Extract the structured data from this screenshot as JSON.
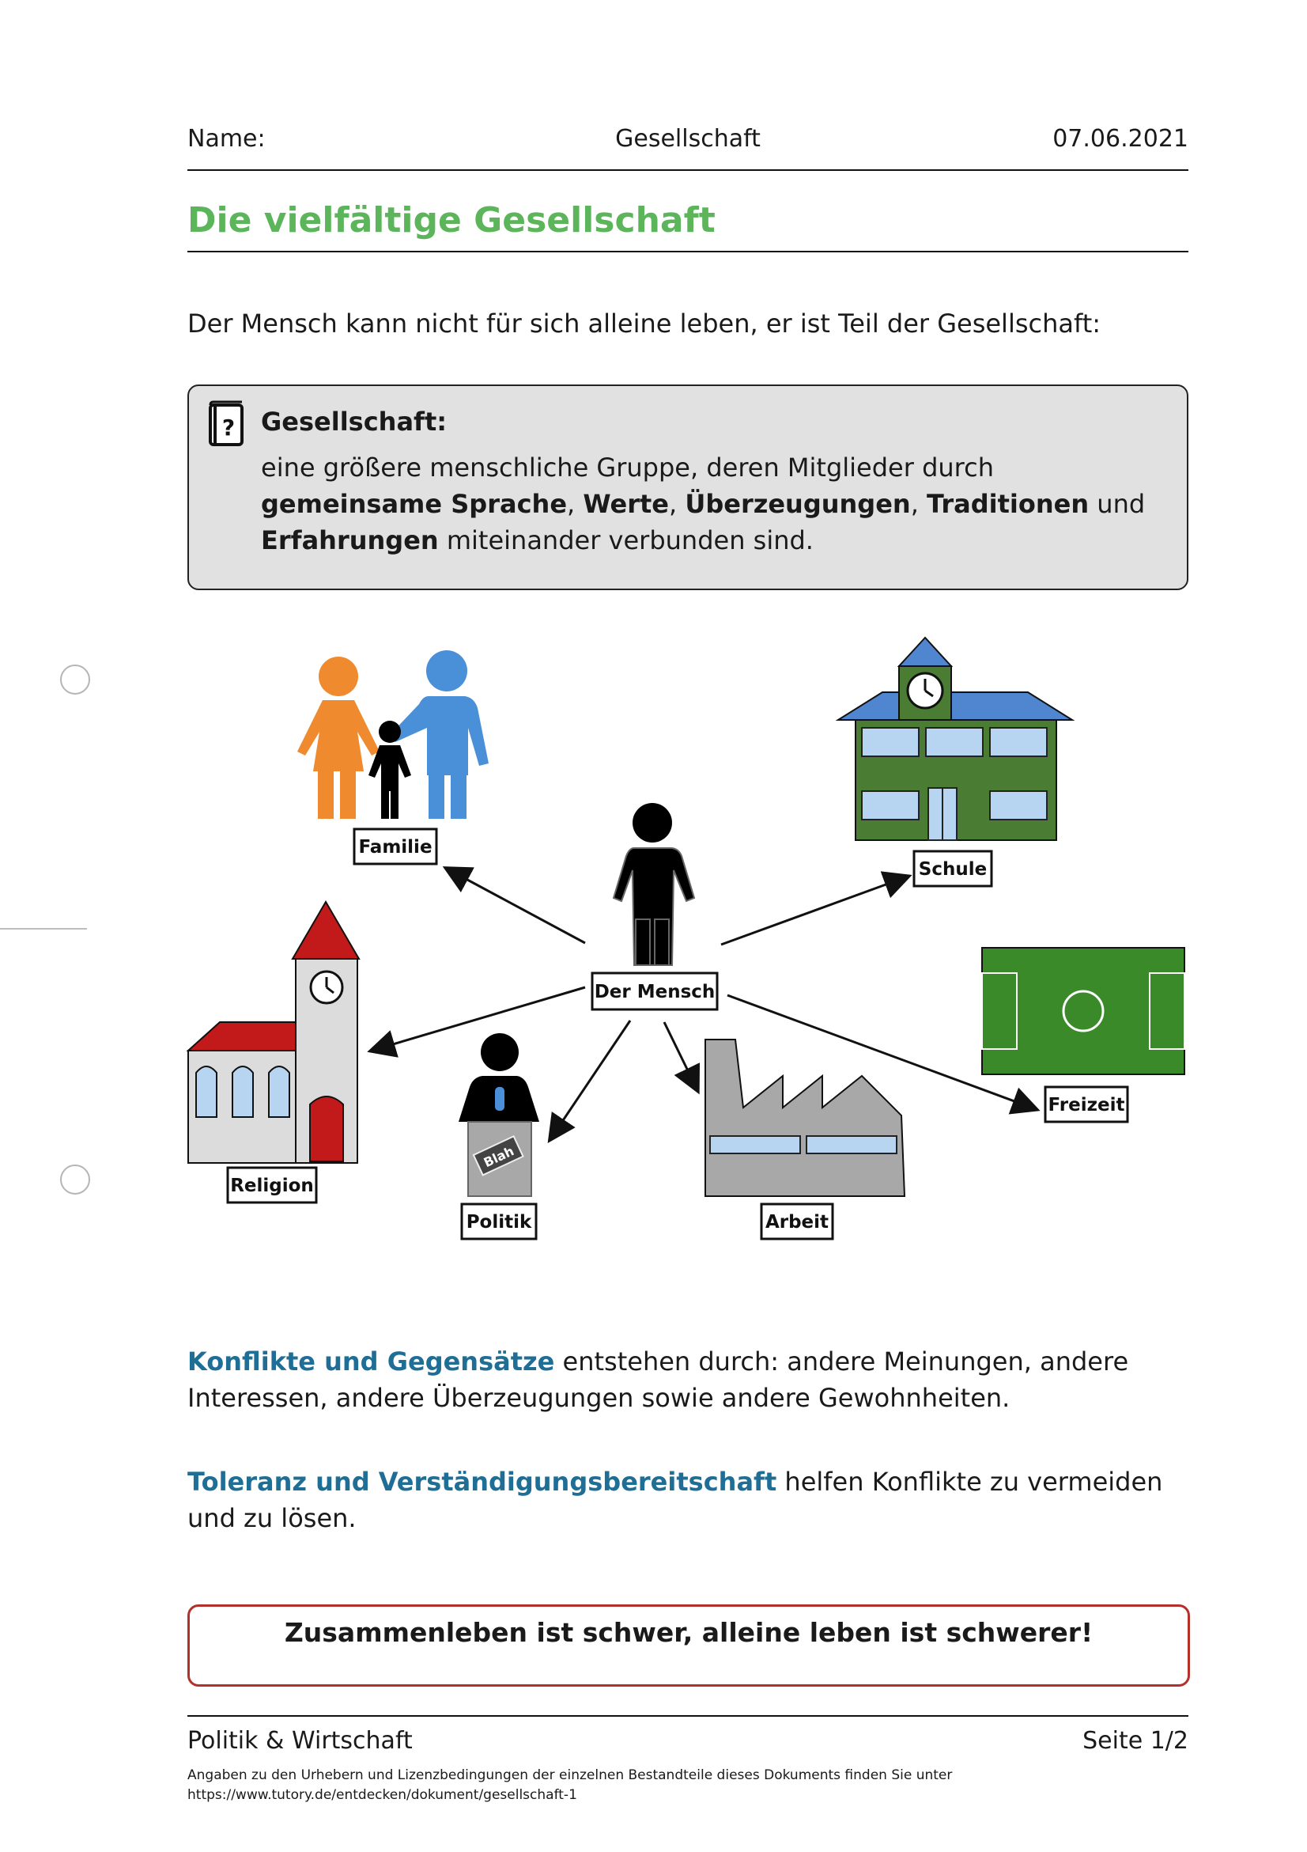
{
  "header": {
    "name_label": "Name:",
    "subject": "Gesellschaft",
    "date": "07.06.2021"
  },
  "title": "Die vielfältige Gesellschaft",
  "intro": "Der Mensch kann nicht für sich alleine leben, er ist Teil der Gesellschaft:",
  "definition": {
    "icon": "question-book-icon",
    "heading": "Gesellschaft:",
    "parts": [
      {
        "t": "eine größere menschliche Gruppe, deren Mitglieder durch ",
        "b": false
      },
      {
        "t": "gemeinsame Sprache",
        "b": true
      },
      {
        "t": ", ",
        "b": false
      },
      {
        "t": "Werte",
        "b": true
      },
      {
        "t": ", ",
        "b": false
      },
      {
        "t": "Überzeugungen",
        "b": true
      },
      {
        "t": ", ",
        "b": false
      },
      {
        "t": "Traditionen",
        "b": true
      },
      {
        "t": " und ",
        "b": false
      },
      {
        "t": "Erfahrungen",
        "b": true
      },
      {
        "t": " miteinander verbunden sind.",
        "b": false
      }
    ]
  },
  "diagram": {
    "center": "Der Mensch",
    "labels": {
      "familie": "Familie",
      "schule": "Schule",
      "religion": "Religion",
      "politik": "Politik",
      "arbeit": "Arbeit",
      "freizeit": "Freizeit"
    },
    "sign_text": "Blah",
    "colors": {
      "school_green": "#4a7d33",
      "roof_blue": "#4f86cf",
      "church_red": "#c21a1a",
      "field_green": "#3a8a2a",
      "mother": "#f08a2e",
      "father": "#4a90d9"
    }
  },
  "konflikte": {
    "highlight": "Konflikte und Gegensätze",
    "text": " entstehen durch: andere Meinungen, andere Interessen, andere Überzeugungen sowie andere Gewohnheiten."
  },
  "toleranz": {
    "highlight": "Toleranz und Verständigungsbereitschaft",
    "text": " helfen Konflikte zu vermeiden und zu lösen."
  },
  "quote": "Zusammenleben ist schwer, alleine leben ist schwerer!",
  "footer": {
    "left": "Politik & Wirtschaft",
    "right": "Seite 1/2",
    "license_line1": "Angaben zu den Urhebern und Lizenzbedingungen der einzelnen Bestandteile dieses Dokuments finden Sie unter",
    "license_line2": "https://www.tutory.de/entdecken/dokument/gesellschaft-1"
  }
}
